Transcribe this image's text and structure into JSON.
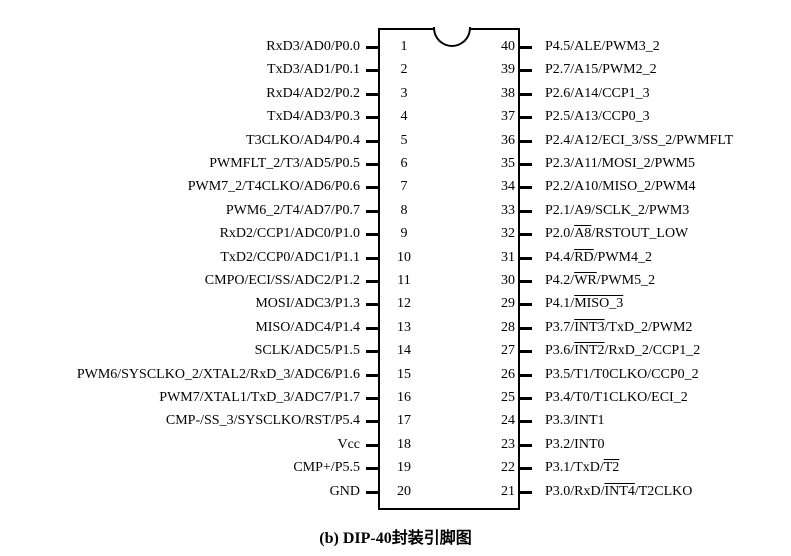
{
  "caption": "(b) DIP-40封装引脚图",
  "left_pins": [
    {
      "num": "1",
      "parts": [
        {
          "t": "RxD3/AD0/P0.0"
        }
      ]
    },
    {
      "num": "2",
      "parts": [
        {
          "t": "TxD3/AD1/P0.1"
        }
      ]
    },
    {
      "num": "3",
      "parts": [
        {
          "t": "RxD4/AD2/P0.2"
        }
      ]
    },
    {
      "num": "4",
      "parts": [
        {
          "t": "TxD4/AD3/P0.3"
        }
      ]
    },
    {
      "num": "5",
      "parts": [
        {
          "t": "T3CLKO/AD4/P0.4"
        }
      ]
    },
    {
      "num": "6",
      "parts": [
        {
          "t": "PWMFLT_2/T3/AD5/P0.5"
        }
      ]
    },
    {
      "num": "7",
      "parts": [
        {
          "t": "PWM7_2/T4CLKO/AD6/P0.6"
        }
      ]
    },
    {
      "num": "8",
      "parts": [
        {
          "t": "PWM6_2/T4/AD7/P0.7"
        }
      ]
    },
    {
      "num": "9",
      "parts": [
        {
          "t": "RxD2/CCP1/ADC0/P1.0"
        }
      ]
    },
    {
      "num": "10",
      "parts": [
        {
          "t": "TxD2/CCP0/ADC1/P1.1"
        }
      ]
    },
    {
      "num": "11",
      "parts": [
        {
          "t": "CMPO/ECI/SS/ADC2/P1.2"
        }
      ]
    },
    {
      "num": "12",
      "parts": [
        {
          "t": "MOSI/ADC3/P1.3"
        }
      ]
    },
    {
      "num": "13",
      "parts": [
        {
          "t": "MISO/ADC4/P1.4"
        }
      ]
    },
    {
      "num": "14",
      "parts": [
        {
          "t": "SCLK/ADC5/P1.5"
        }
      ]
    },
    {
      "num": "15",
      "parts": [
        {
          "t": "PWM6/SYSCLKO_2/XTAL2/RxD_3/ADC6/P1.6"
        }
      ]
    },
    {
      "num": "16",
      "parts": [
        {
          "t": "PWM7/XTAL1/TxD_3/ADC7/P1.7"
        }
      ]
    },
    {
      "num": "17",
      "parts": [
        {
          "t": "CMP-/SS_3/SYSCLKO/RST/P5.4"
        }
      ]
    },
    {
      "num": "18",
      "parts": [
        {
          "t": "Vcc"
        }
      ]
    },
    {
      "num": "19",
      "parts": [
        {
          "t": "CMP+/P5.5"
        }
      ]
    },
    {
      "num": "20",
      "parts": [
        {
          "t": "GND"
        }
      ]
    }
  ],
  "right_pins": [
    {
      "num": "40",
      "parts": [
        {
          "t": "P4.5/ALE/PWM3_2"
        }
      ]
    },
    {
      "num": "39",
      "parts": [
        {
          "t": "P2.7/A15/PWM2_2"
        }
      ]
    },
    {
      "num": "38",
      "parts": [
        {
          "t": "P2.6/A14/CCP1_3"
        }
      ]
    },
    {
      "num": "37",
      "parts": [
        {
          "t": "P2.5/A13/CCP0_3"
        }
      ]
    },
    {
      "num": "36",
      "parts": [
        {
          "t": "P2.4/A12/ECI_3/SS_2/PWMFLT"
        }
      ]
    },
    {
      "num": "35",
      "parts": [
        {
          "t": "P2.3/A11/MOSI_2/PWM5"
        }
      ]
    },
    {
      "num": "34",
      "parts": [
        {
          "t": "P2.2/A10/MISO_2/PWM4"
        }
      ]
    },
    {
      "num": "33",
      "parts": [
        {
          "t": "P2.1/A9/SCLK_2/PWM3"
        }
      ]
    },
    {
      "num": "32",
      "parts": [
        {
          "t": "P2.0/"
        },
        {
          "t": "A8",
          "ov": true
        },
        {
          "t": "/RSTOUT_LOW"
        }
      ]
    },
    {
      "num": "31",
      "parts": [
        {
          "t": "P4.4/"
        },
        {
          "t": "RD",
          "ov": true
        },
        {
          "t": "/PWM4_2"
        }
      ]
    },
    {
      "num": "30",
      "parts": [
        {
          "t": "P4.2/"
        },
        {
          "t": "WR",
          "ov": true
        },
        {
          "t": "/PWM5_2"
        }
      ]
    },
    {
      "num": "29",
      "parts": [
        {
          "t": "P4.1/"
        },
        {
          "t": "MISO_3",
          "ov": true
        }
      ]
    },
    {
      "num": "28",
      "parts": [
        {
          "t": "P3.7/"
        },
        {
          "t": "INT3",
          "ov": true
        },
        {
          "t": "/TxD_2/PWM2"
        }
      ]
    },
    {
      "num": "27",
      "parts": [
        {
          "t": "P3.6/"
        },
        {
          "t": "INT2",
          "ov": true
        },
        {
          "t": "/RxD_2/CCP1_2"
        }
      ]
    },
    {
      "num": "26",
      "parts": [
        {
          "t": "P3.5/T1/T0CLKO/CCP0_2"
        }
      ]
    },
    {
      "num": "25",
      "parts": [
        {
          "t": "P3.4/T0/T1CLKO/ECI_2"
        }
      ]
    },
    {
      "num": "24",
      "parts": [
        {
          "t": "P3.3/INT1"
        }
      ]
    },
    {
      "num": "23",
      "parts": [
        {
          "t": "P3.2/INT0"
        }
      ]
    },
    {
      "num": "22",
      "parts": [
        {
          "t": "P3.1/TxD/"
        },
        {
          "t": "T2",
          "ov": true
        }
      ]
    },
    {
      "num": "21",
      "parts": [
        {
          "t": "P3.0/RxD/"
        },
        {
          "t": "INT4",
          "ov": true
        },
        {
          "t": "/T2CLKO"
        }
      ]
    }
  ]
}
